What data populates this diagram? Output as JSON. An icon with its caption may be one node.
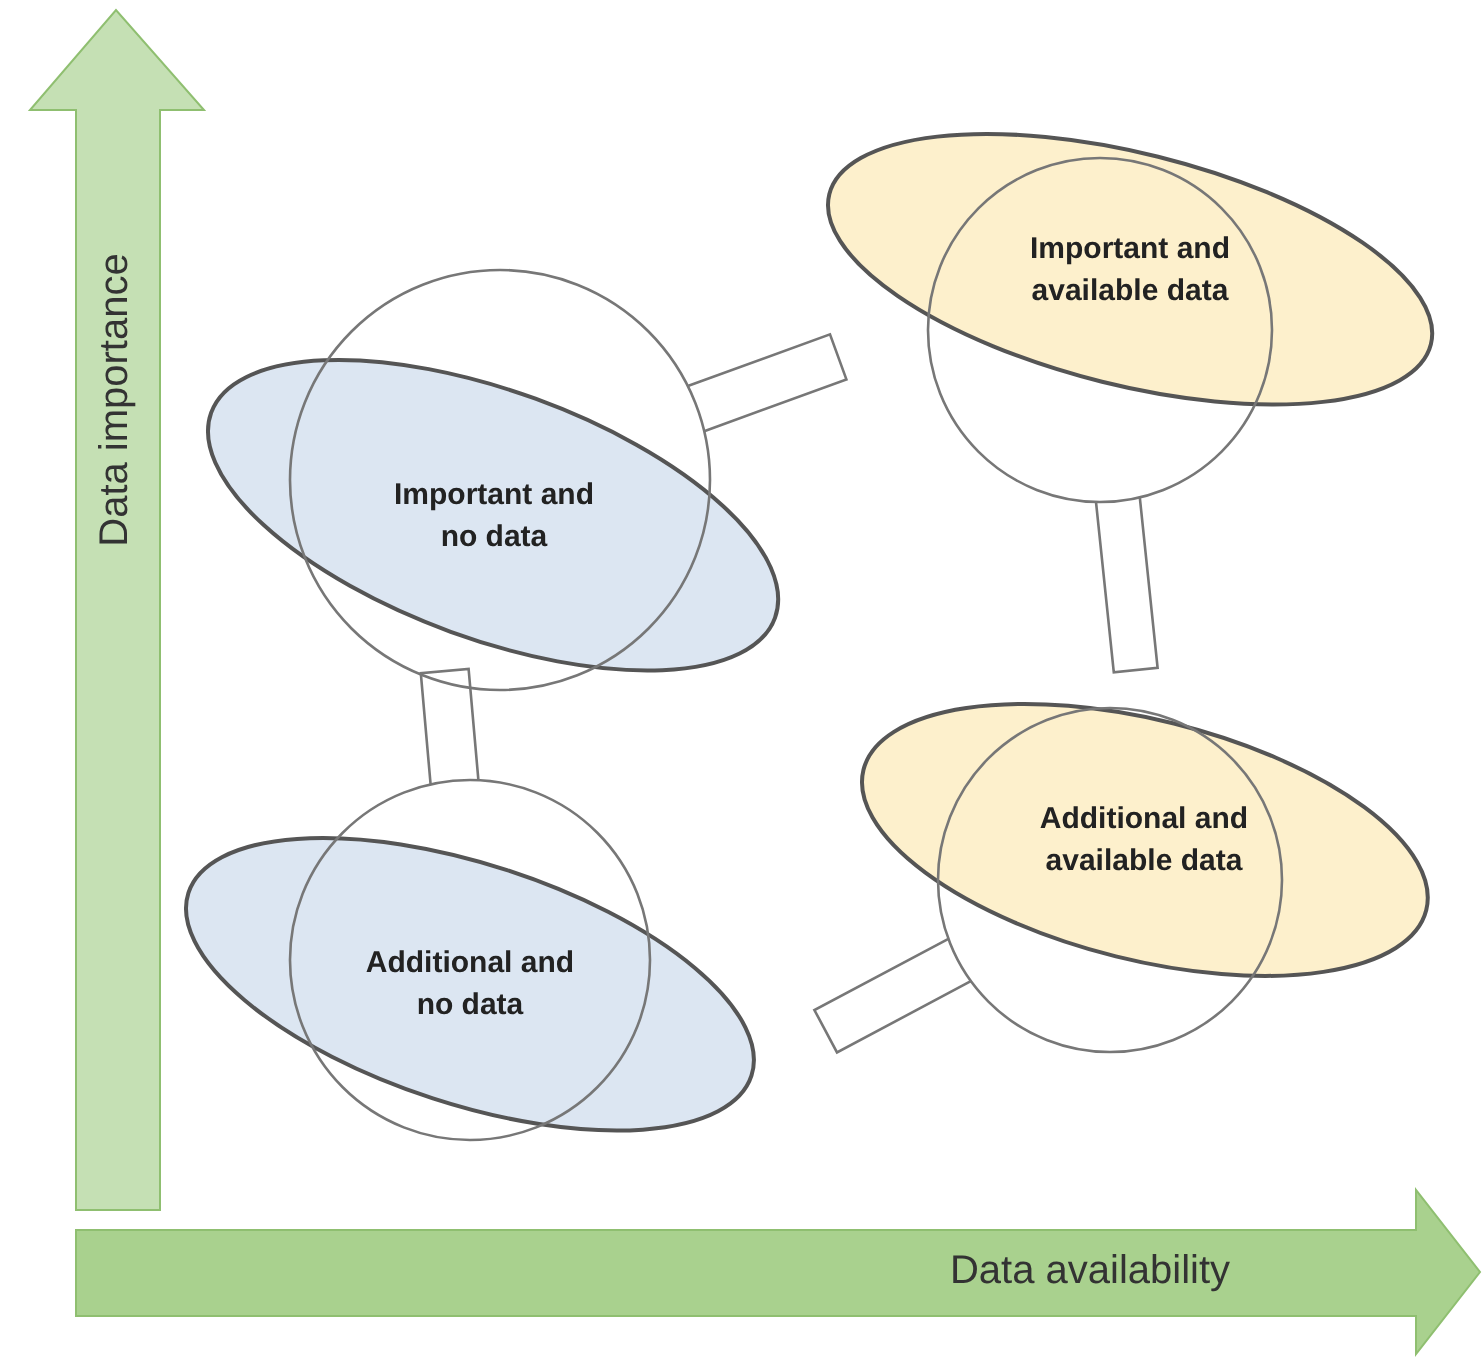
{
  "diagram": {
    "nodes": [
      {
        "text": [
          "Important and available data"
        ]
      },
      {
        "text": [
          "Important and no data"
        ]
      },
      {
        "text": [
          "Additional and available data"
        ]
      },
      {
        "text": [
          "Additional and no data"
        ]
      }
    ],
    "labels": [
      "Data importance",
      "Data availability"
    ]
  }
}
